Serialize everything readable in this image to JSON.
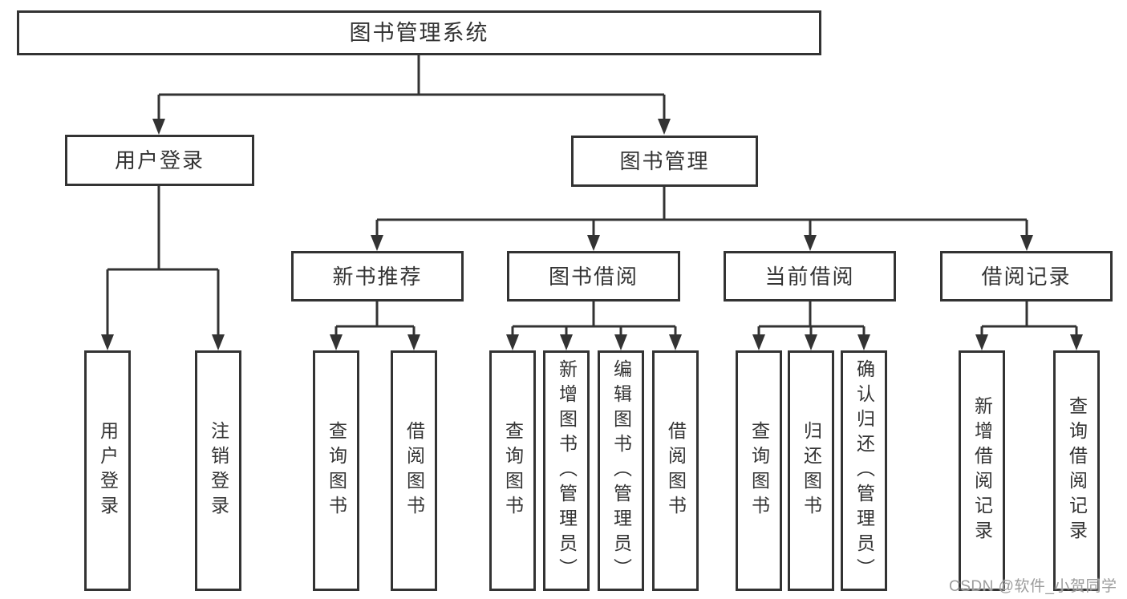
{
  "tree": {
    "root": {
      "label": "图书管理系统",
      "children": [
        {
          "label": "用户登录",
          "children": [
            {
              "label": "用户登录"
            },
            {
              "label": "注销登录"
            }
          ]
        },
        {
          "label": "图书管理",
          "children": [
            {
              "label": "新书推荐",
              "children": [
                {
                  "label": "查询图书"
                },
                {
                  "label": "借阅图书"
                }
              ]
            },
            {
              "label": "图书借阅",
              "children": [
                {
                  "label": "查询图书"
                },
                {
                  "label": "新增图书（管理员）"
                },
                {
                  "label": "编辑图书（管理员）"
                },
                {
                  "label": "借阅图书"
                }
              ]
            },
            {
              "label": "当前借阅",
              "children": [
                {
                  "label": "查询图书"
                },
                {
                  "label": "归还图书"
                },
                {
                  "label": "确认归还（管理员）"
                }
              ]
            },
            {
              "label": "借阅记录",
              "children": [
                {
                  "label": "新增借阅记录"
                },
                {
                  "label": "查询借阅记录"
                }
              ]
            }
          ]
        }
      ]
    }
  },
  "watermark": {
    "text": "CSDN @软件_小贺同学"
  },
  "colors": {
    "line": "#333333",
    "text": "#333333",
    "box_background": "#ffffff",
    "watermark": "#9c9c9c"
  }
}
